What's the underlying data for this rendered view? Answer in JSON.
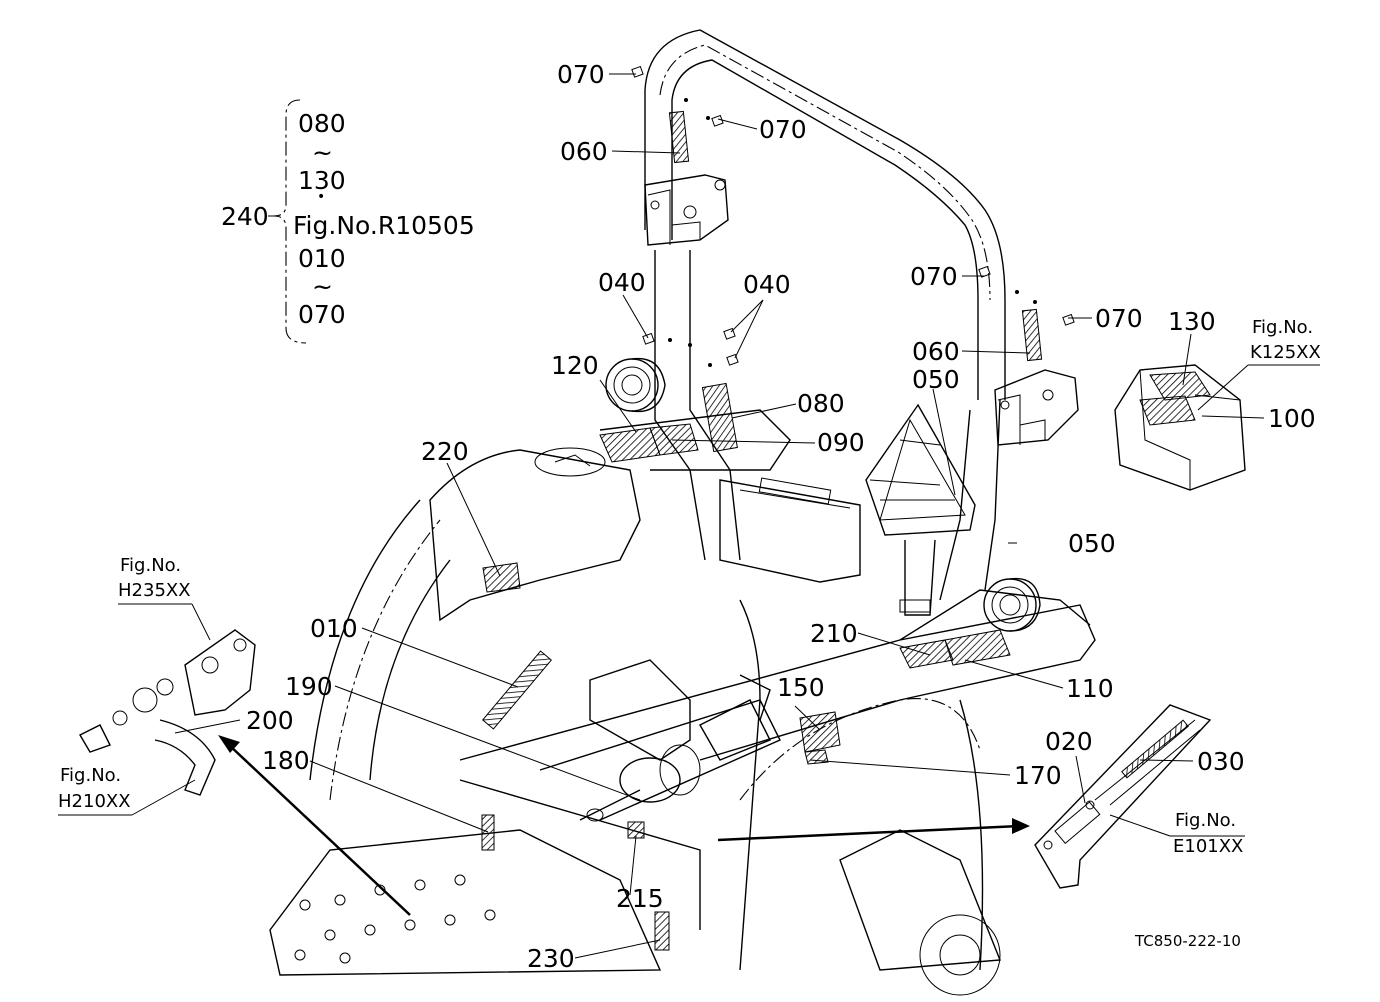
{
  "callouts": {
    "c070a": "070",
    "c070b": "070",
    "c060a": "060",
    "c070c": "070",
    "c070d": "070",
    "c060b": "060",
    "c040a": "040",
    "c040b": "040",
    "c120": "120",
    "c080": "080",
    "c090": "090",
    "c220": "220",
    "c050a": "050",
    "c050b": "050",
    "c130": "130",
    "c100": "100",
    "c010": "010",
    "c190": "190",
    "c200": "200",
    "c180": "180",
    "c150": "150",
    "c170": "170",
    "c210": "210",
    "c110": "110",
    "c020": "020",
    "c030": "030",
    "c215": "215",
    "c230": "230"
  },
  "group240": {
    "label": "240",
    "lines": [
      "080",
      "~",
      "130",
      "•",
      "Fig.No.R10505",
      "010",
      "~",
      "070"
    ]
  },
  "figrefs": {
    "k125_a": "Fig.No.",
    "k125_b": "K125XX",
    "h235_a": "Fig.No.",
    "h235_b": "H235XX",
    "h210_a": "Fig.No.",
    "h210_b": "H210XX",
    "e101_a": "Fig.No.",
    "e101_b": "E101XX"
  },
  "drawing_code": "TC850-222-10"
}
